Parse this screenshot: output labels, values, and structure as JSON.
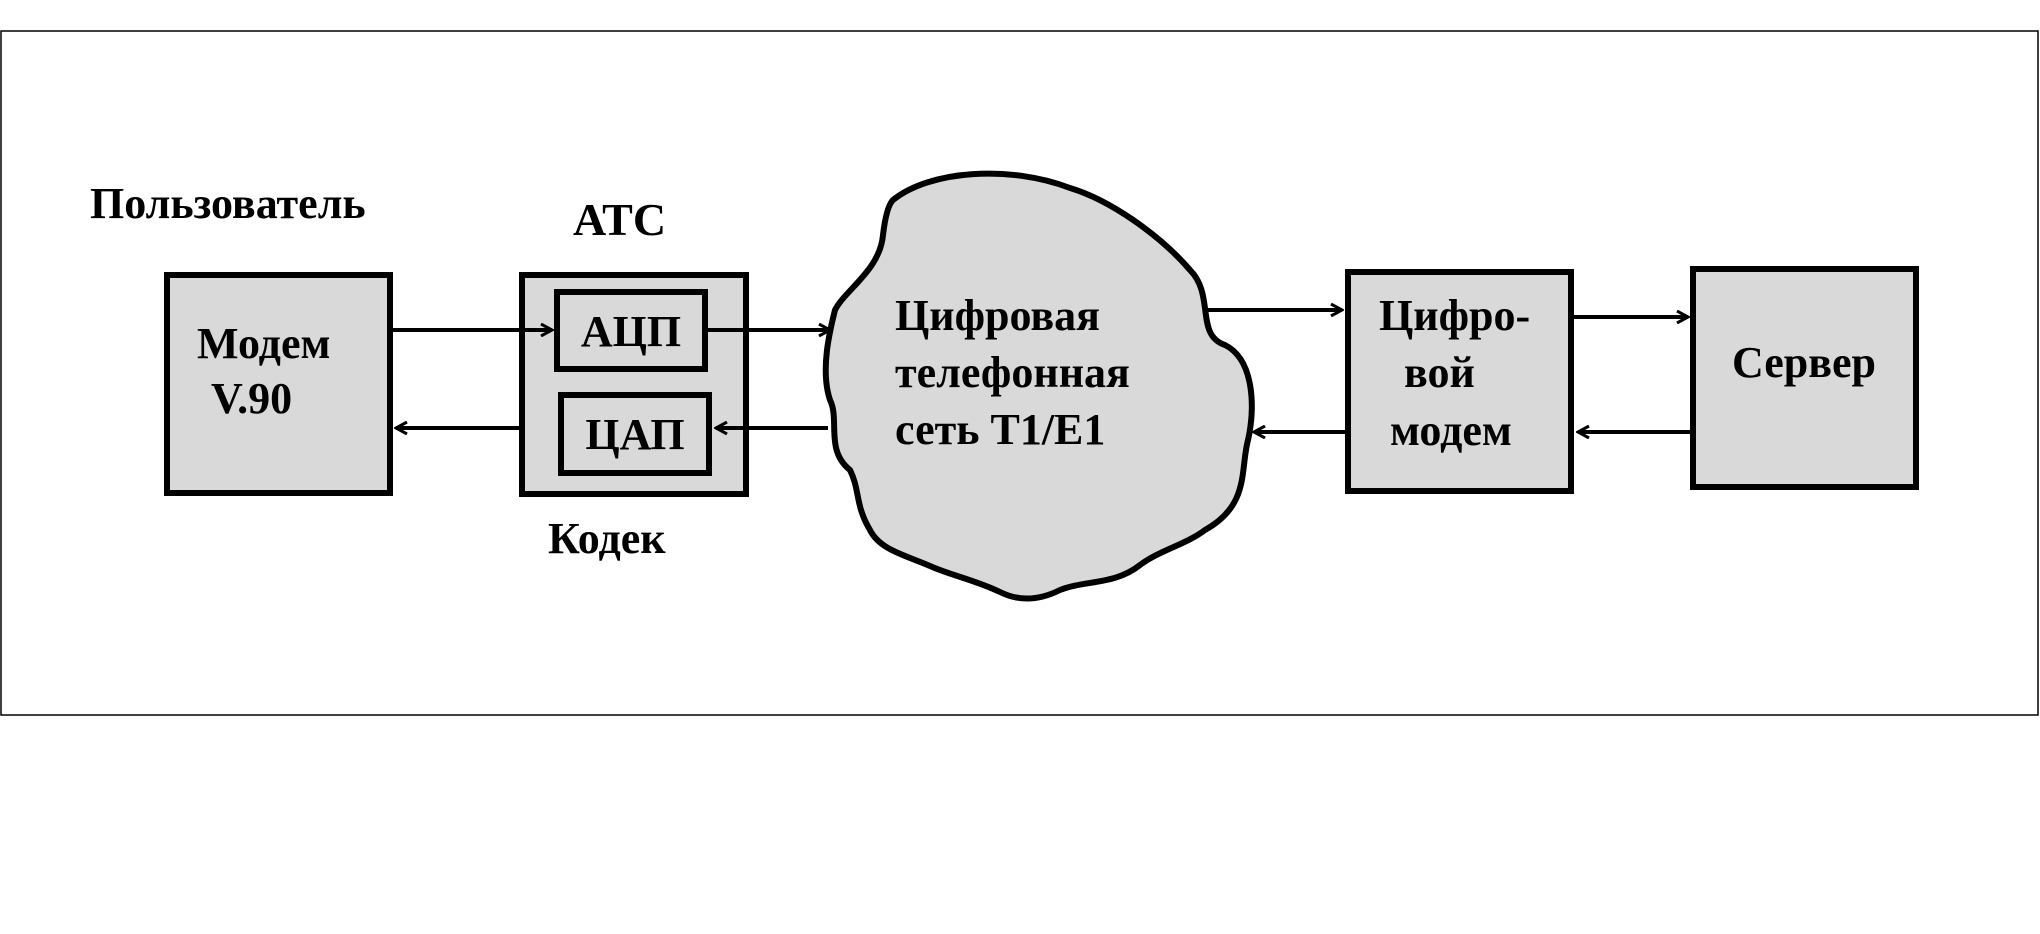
{
  "labels": {
    "user": "Пользователь",
    "ats": "АТС",
    "codec": "Кодек"
  },
  "blocks": {
    "modem": {
      "line1": "Модем",
      "line2": "V.90"
    },
    "adc": "АЦП",
    "dac": "ЦАП",
    "network": {
      "line1": "Цифровая",
      "line2": "телефонная",
      "line3": "сеть T1/E1"
    },
    "digital_modem": {
      "line1": "Цифро-",
      "line2": "вой",
      "line3": "модем"
    },
    "server": "Сервер"
  },
  "colors": {
    "block_fill": "#d9d9d9",
    "stroke": "#000000",
    "background": "#ffffff",
    "frame": "#000000"
  }
}
